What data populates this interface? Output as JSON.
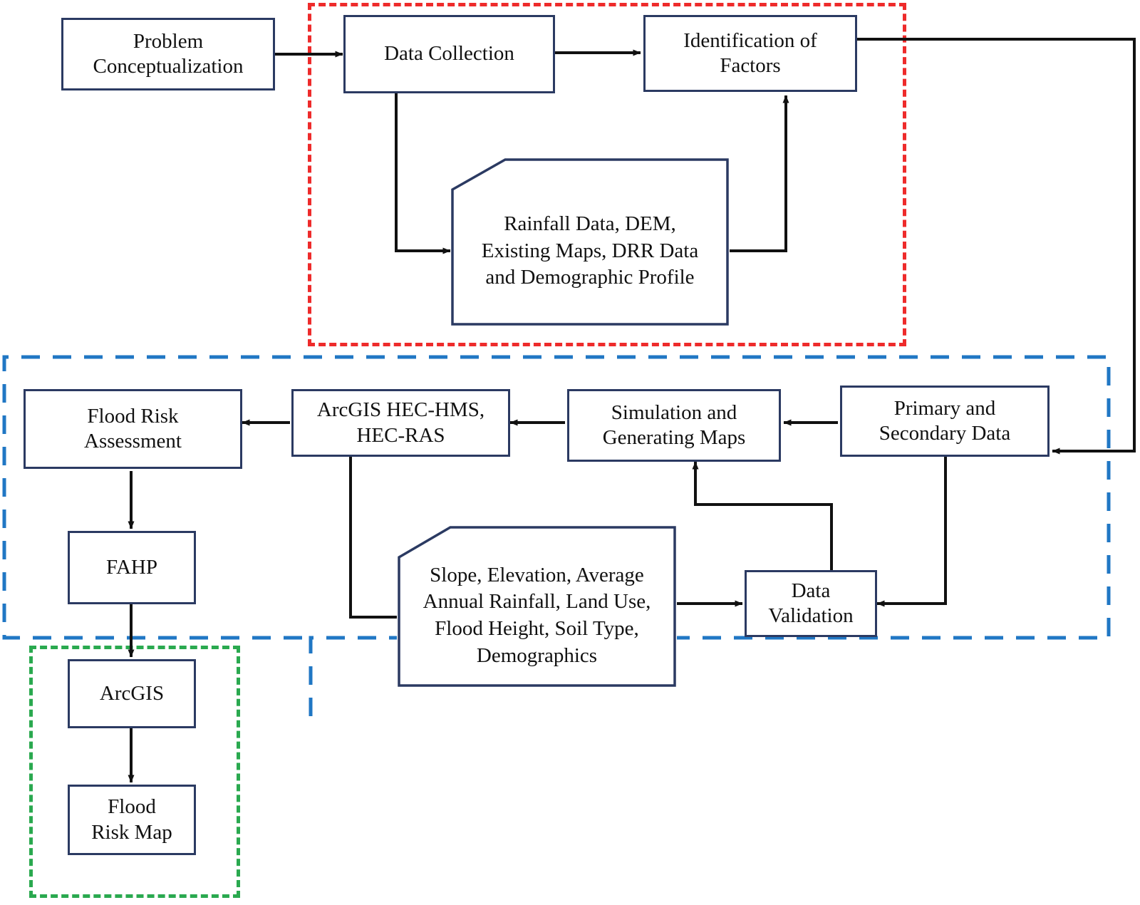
{
  "diagram": {
    "title": "Flood Risk Assessment Methodology Flowchart",
    "colors": {
      "node_border": "#2b3a62",
      "wire": "#111111",
      "group_red": "#ee2b2b",
      "group_blue": "#2077c4",
      "group_green": "#2aa94f",
      "background": "#ffffff"
    }
  },
  "nodes": {
    "problem_conceptualization": {
      "label": "Problem\nConceptualization",
      "shape": "rect"
    },
    "data_collection": {
      "label": "Data Collection",
      "shape": "rect"
    },
    "identification_of_factors": {
      "label": "Identification of\nFactors",
      "shape": "rect"
    },
    "rainfall_data_document": {
      "label": "Rainfall Data, DEM,\nExisting Maps, DRR Data\nand Demographic Profile",
      "shape": "document"
    },
    "flood_risk_assessment": {
      "label": "Flood Risk\nAssessment",
      "shape": "rect"
    },
    "arcgis_hec": {
      "label": "ArcGIS HEC-HMS,\nHEC-RAS",
      "shape": "rect"
    },
    "simulation_generating_maps": {
      "label": "Simulation and\nGenerating Maps",
      "shape": "rect"
    },
    "primary_secondary_data": {
      "label": "Primary and\nSecondary Data",
      "shape": "rect"
    },
    "fahp": {
      "label": "FAHP",
      "shape": "rect"
    },
    "slope_elevation_document": {
      "label": "Slope, Elevation, Average\nAnnual Rainfall, Land Use,\nFlood Height, Soil Type,\nDemographics",
      "shape": "document"
    },
    "data_validation": {
      "label": "Data\nValidation",
      "shape": "rect"
    },
    "arcgis": {
      "label": "ArcGIS",
      "shape": "rect"
    },
    "flood_risk_map": {
      "label": "Flood\nRisk Map",
      "shape": "rect"
    }
  },
  "groups": {
    "red_group": {
      "name": "data-collection-phase",
      "color": "#ee2b2b",
      "style": "dashed"
    },
    "blue_group": {
      "name": "modeling-and-analysis-phase",
      "color": "#2077c4",
      "style": "dashed"
    },
    "green_group": {
      "name": "output-mapping-phase",
      "color": "#2aa94f",
      "style": "dashed"
    }
  },
  "edges": [
    {
      "from": "problem_conceptualization",
      "to": "data_collection"
    },
    {
      "from": "data_collection",
      "to": "identification_of_factors"
    },
    {
      "from": "data_collection",
      "to": "rainfall_data_document"
    },
    {
      "from": "rainfall_data_document",
      "to": "identification_of_factors"
    },
    {
      "from": "identification_of_factors",
      "to": "primary_secondary_data"
    },
    {
      "from": "primary_secondary_data",
      "to": "simulation_generating_maps"
    },
    {
      "from": "simulation_generating_maps",
      "to": "arcgis_hec"
    },
    {
      "from": "arcgis_hec",
      "to": "flood_risk_assessment"
    },
    {
      "from": "arcgis_hec",
      "to": "slope_elevation_document"
    },
    {
      "from": "slope_elevation_document",
      "to": "data_validation"
    },
    {
      "from": "primary_secondary_data",
      "to": "data_validation"
    },
    {
      "from": "data_validation",
      "to": "simulation_generating_maps"
    },
    {
      "from": "flood_risk_assessment",
      "to": "fahp"
    },
    {
      "from": "fahp",
      "to": "arcgis"
    },
    {
      "from": "arcgis",
      "to": "flood_risk_map"
    }
  ]
}
